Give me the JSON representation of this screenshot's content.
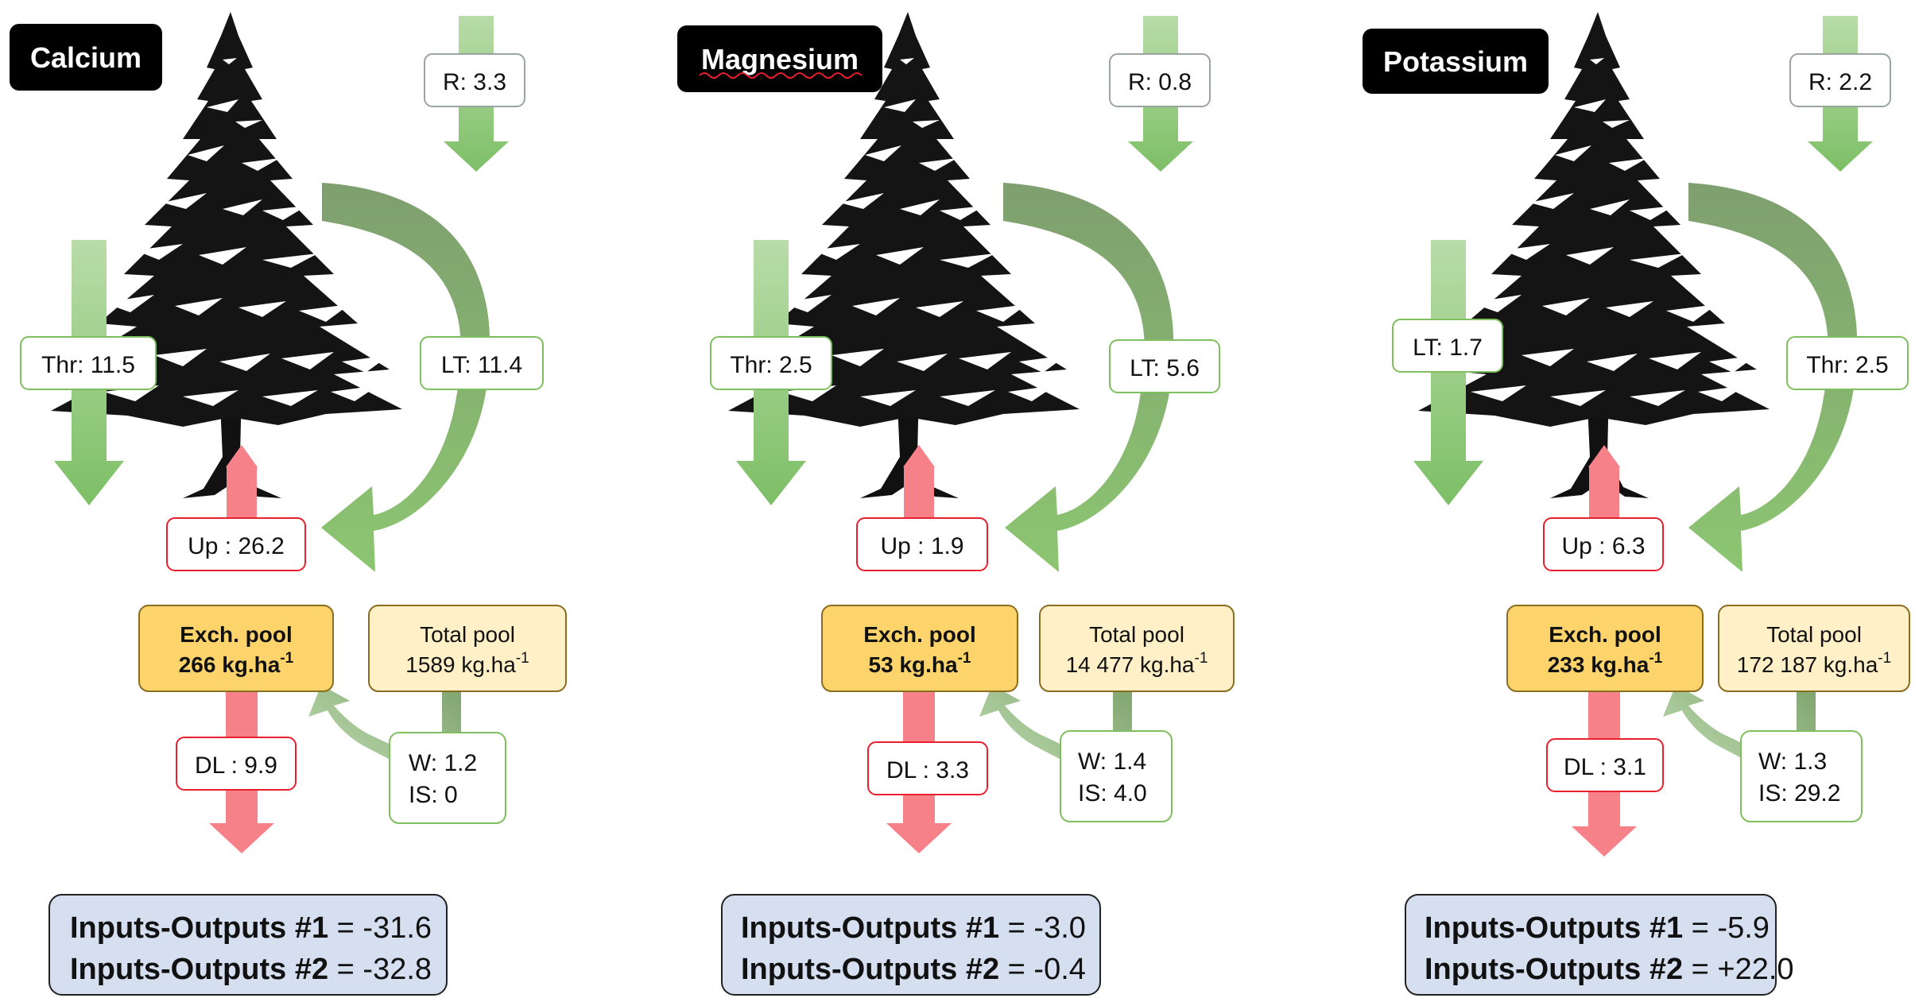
{
  "panels": [
    {
      "id": "calcium",
      "title": "Calcium",
      "rain": "R: 3.3",
      "left_flux": "Thr: 11.5",
      "right_flux": "LT: 11.4",
      "uptake": "Up : 26.2",
      "exch_pool": {
        "label": "Exch. pool",
        "value": "266",
        "unit": "kg.ha",
        "sup": "-1"
      },
      "total_pool": {
        "label": "Total pool",
        "value": "1589",
        "unit": "kg.ha",
        "sup": "-1"
      },
      "drainage": "DL : 9.9",
      "weathering": {
        "w": "W: 1.2",
        "is": "IS: 0"
      },
      "balance": [
        {
          "label": "Inputs-Outputs #1",
          "value": " = -31.6"
        },
        {
          "label": "Inputs-Outputs #2",
          "value": " = -32.8"
        }
      ]
    },
    {
      "id": "magnesium",
      "title": "Magnesium",
      "rain": "R: 0.8",
      "left_flux": "Thr: 2.5",
      "right_flux": "LT: 5.6",
      "uptake": "Up : 1.9",
      "exch_pool": {
        "label": "Exch. pool",
        "value": "53",
        "unit": "kg.ha",
        "sup": "-1"
      },
      "total_pool": {
        "label": "Total pool",
        "value": "14 477",
        "unit": "kg.ha",
        "sup": "-1"
      },
      "drainage": "DL : 3.3",
      "weathering": {
        "w": "W: 1.4",
        "is": "IS: 4.0"
      },
      "balance": [
        {
          "label": "Inputs-Outputs #1",
          "value": " = -3.0"
        },
        {
          "label": "Inputs-Outputs #2",
          "value": " = -0.4"
        }
      ]
    },
    {
      "id": "potassium",
      "title": "Potassium",
      "rain": "R: 2.2",
      "left_flux": "LT: 1.7",
      "right_flux": "Thr: 2.5",
      "uptake": "Up : 6.3",
      "exch_pool": {
        "label": "Exch. pool",
        "value": "233",
        "unit": "kg.ha",
        "sup": "-1"
      },
      "total_pool": {
        "label": "Total pool",
        "value": "172 187",
        "unit": "kg.ha",
        "sup": "-1"
      },
      "drainage": "DL : 3.1",
      "weathering": {
        "w": "W: 1.3",
        "is": "IS: 29.2"
      },
      "balance": [
        {
          "label": "Inputs-Outputs #1",
          "value": " = -5.9"
        },
        {
          "label": "Inputs-Outputs #2",
          "value": " = +22.0"
        }
      ]
    }
  ],
  "colors": {
    "green_arrow": "#8fc77a",
    "green_dark": "#7fa36f",
    "red_arrow": "#f78189",
    "exch_fill": "#fdd46b",
    "exch_stroke": "#8a6d1f",
    "total_fill": "#fff0c8",
    "total_stroke": "#8a6d1f",
    "balance_fill": "#d5dff0",
    "label_green": "#7fbf5f",
    "label_red": "#e8202e",
    "title_bg": "#000000"
  },
  "icons": {
    "tree": "tree-icon"
  }
}
